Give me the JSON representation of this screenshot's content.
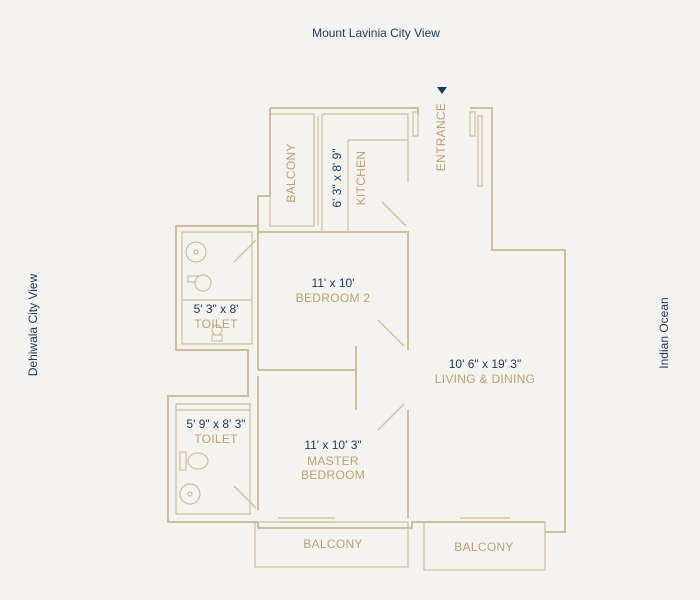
{
  "views": {
    "north": "Mount Lavinia City View",
    "west": "Dehiwala City View",
    "east": "Indian Ocean"
  },
  "entrance": {
    "label": "ENTRANCE"
  },
  "rooms": {
    "balcony_top": {
      "label": "BALCONY"
    },
    "kitchen": {
      "label": "KITCHEN",
      "dims": "6' 3\" x 8' 9\""
    },
    "bedroom2": {
      "label": "BEDROOM 2",
      "dims": "11' x 10'"
    },
    "toilet1": {
      "label": "TOILET",
      "dims": "5' 3\" x 8'"
    },
    "living": {
      "label": "LIVING & DINING",
      "dims": "10' 6\" x 19' 3\""
    },
    "toilet2": {
      "label": "TOILET",
      "dims": "5' 9\" x 8' 3\""
    },
    "master": {
      "label_line1": "MASTER",
      "label_line2": "BEDROOM",
      "dims": "11' x 10' 3\""
    },
    "balcony_bottom_left": {
      "label": "BALCONY"
    },
    "balcony_bottom_right": {
      "label": "BALCONY"
    }
  },
  "colors": {
    "wall": "#cdbf9c",
    "label_gold": "#b9a376",
    "label_navy": "#1f3b63",
    "background": "#f5f3ef"
  }
}
